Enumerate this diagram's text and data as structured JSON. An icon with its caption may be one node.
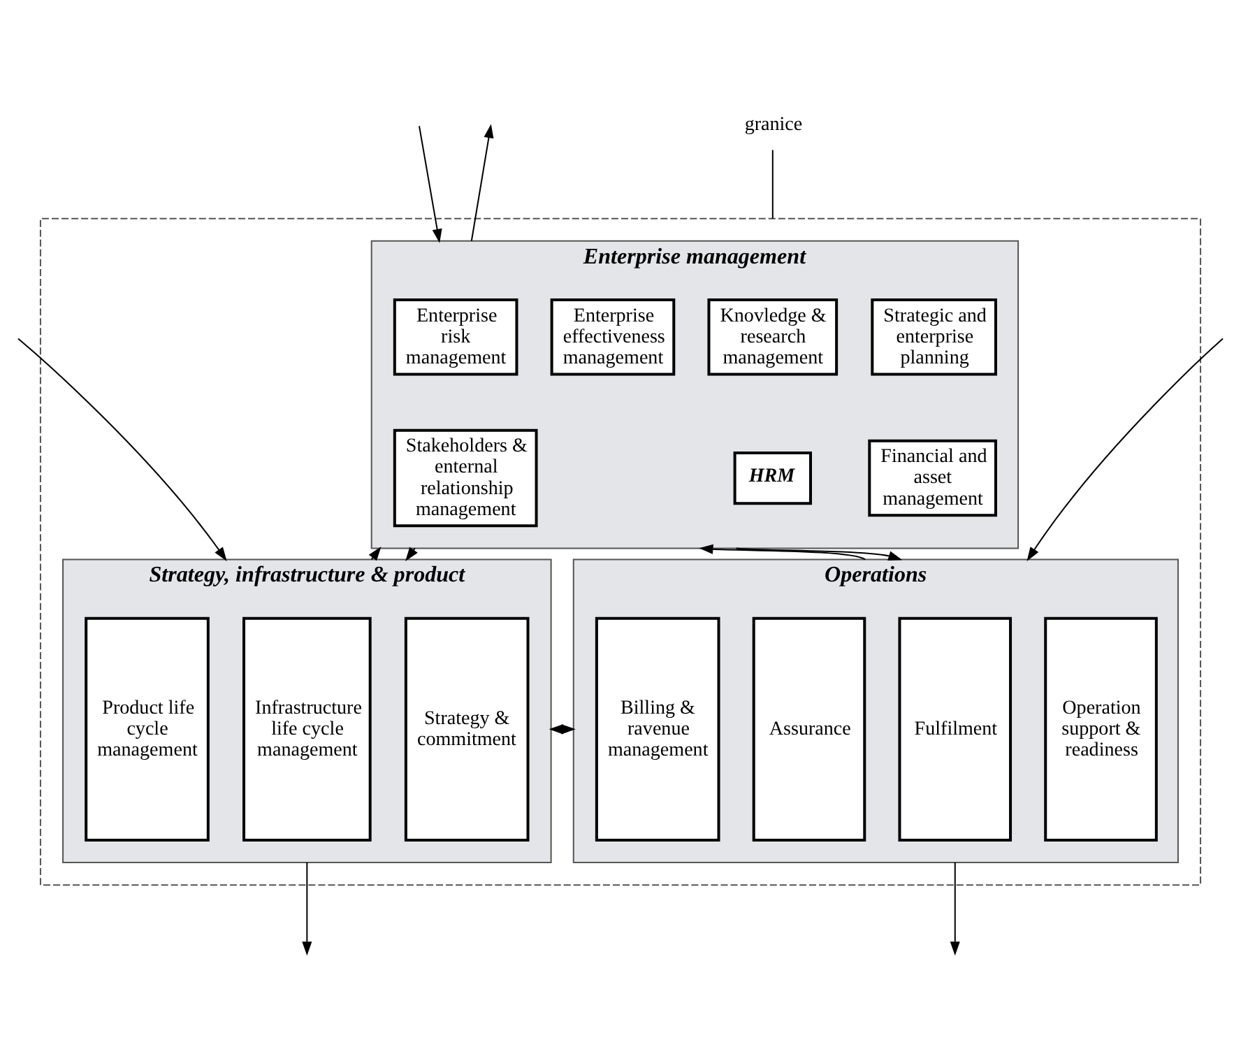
{
  "diagram": {
    "nodes": [
      {
        "text": [],
        "shape": "box"
      },
      {
        "text": [
          "Enterprise management"
        ],
        "in": 0
      },
      {
        "text": [
          "Strategic and enterprise planning"
        ],
        "in": 1
      },
      {
        "text": [
          "Enterprise risk management"
        ],
        "in": 1
      },
      {
        "text": [
          "Enterprise effectiveness management"
        ],
        "in": 1
      },
      {
        "text": [
          "Knovledge & research management"
        ],
        "in": 1
      },
      {
        "text": [
          "Financial and asset management"
        ],
        "in": 1
      },
      {
        "text": [
          "Stakeholders & enternal relationship management"
        ],
        "in": 1
      },
      {
        "text": [
          "HRM"
        ],
        "in": 1
      },
      {
        "text": [
          "Strategy, infrastructure & product"
        ],
        "in": 0
      },
      {
        "text": [
          "Strategy & commitment"
        ],
        "in": 9
      },
      {
        "text": [
          "Infrastructure life cycle management"
        ],
        "in": 9
      },
      {
        "text": [
          "Product life cycle management"
        ],
        "in": 9
      },
      {
        "text": [
          "Operations"
        ],
        "in": 0
      },
      {
        "text": [
          "Operation support & readiness"
        ],
        "in": 13
      },
      {
        "text": [
          "Fulfilment"
        ],
        "in": 13
      },
      {
        "text": [
          "Assurance"
        ],
        "in": 13
      },
      {
        "text": [
          "Billing & ravenue management"
        ],
        "in": 13
      },
      {
        "text": [
          "granice"
        ]
      }
    ],
    "edges": [
      {
        "from": null,
        "to": 1,
        "arrow": "to"
      },
      {
        "from": 1,
        "to": null,
        "arrow": "to"
      },
      {
        "from": 1,
        "to": 9,
        "arrow": "to"
      },
      {
        "from": 9,
        "to": 1,
        "arrow": "to"
      },
      {
        "from": 1,
        "to": 13,
        "arrow": "to"
      },
      {
        "from": 13,
        "to": 1,
        "arrow": "to"
      },
      {
        "from": 9,
        "to": 13,
        "arrow": "to"
      },
      {
        "from": 13,
        "to": 9,
        "arrow": "to"
      },
      {
        "from": null,
        "to": 9,
        "arrow": "to"
      },
      {
        "from": 9,
        "to": null,
        "arrow": "to"
      },
      {
        "from": null,
        "to": 13,
        "arrow": "to"
      },
      {
        "from": 13,
        "to": null,
        "arrow": "to"
      },
      {
        "from": 18,
        "to": 0,
        "arrow": "none"
      }
    ]
  }
}
